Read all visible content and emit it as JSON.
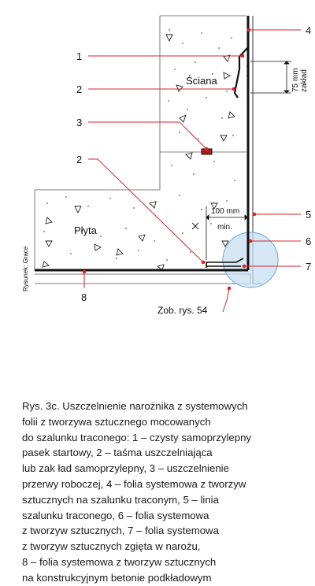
{
  "diagram": {
    "labels": {
      "wall": "Ściana",
      "slab": "Płyta",
      "credit": "Rysunek: Grace",
      "ref": "Zob. rys. 54"
    },
    "dimensions": {
      "dim75_value": "75 mm",
      "dim75_word": "zakład",
      "dim100_value": "100 mm",
      "dim100_word": "min."
    },
    "callouts": [
      "1",
      "2",
      "3",
      "2",
      "4",
      "5",
      "6",
      "7",
      "8"
    ],
    "colors": {
      "line": "#111111",
      "callout_red": "#d7262b",
      "detail_circle_fill": "#c8e0f2",
      "detail_circle_stroke": "#7fb3dc",
      "concrete_fill": "#ffffff",
      "sealant_block": "#b01a1a"
    }
  },
  "caption": {
    "lines": [
      "Rys.   3c. Uszczelnienie narożnika z systemowych",
      "folii z tworzywa sztucznego mocowanych",
      "do szalunku traconego: 1 – czysty samoprzylepny",
      "pasek startowy, 2 – taśma uszczelniająca",
      "lub zak  ład samoprzylepny, 3 – uszczelnienie",
      "przerwy roboczej, 4 – folia systemowa z tworzyw",
      "sztucznych na szalunku traconym, 5 – linia",
      "szalunku traconego, 6 – folia systemowa",
      "z tworzyw sztucznych, 7 – folia systemowa",
      "z tworzyw sztucznych zgięta w narożu,",
      "8 – folia systemowa z tworzyw sztucznych",
      "na konstrukcyjnym betonie podkładowym"
    ]
  }
}
